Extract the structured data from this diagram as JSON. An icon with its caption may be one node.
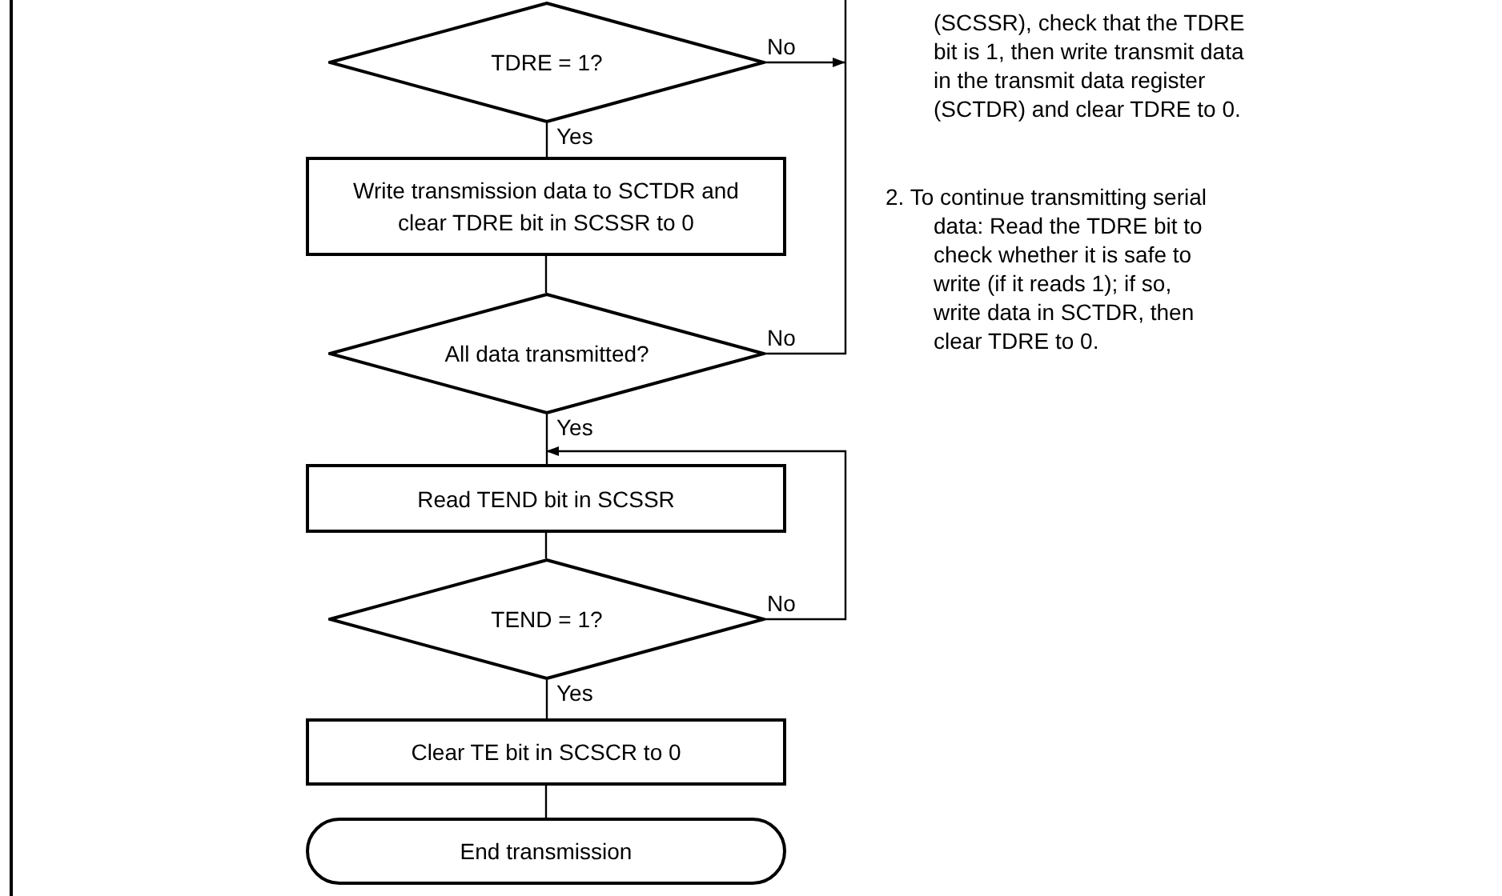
{
  "diagram": {
    "nodes": [
      {
        "text": [
          "TDRE = 1?"
        ]
      },
      {
        "text": [
          "Write transmission data to SCTDR and clear TDRE bit in SCSSR to 0"
        ]
      },
      {
        "text": [
          "All data transmitted?"
        ]
      },
      {
        "text": [
          "Read TEND bit in SCSSR"
        ]
      },
      {
        "text": [
          "TEND = 1?"
        ]
      },
      {
        "text": [
          "Clear TE bit in SCSCR to 0"
        ]
      },
      {
        "text": [
          "End transmission"
        ]
      }
    ],
    "edges": [
      {
        "from": 0,
        "to": 1,
        "arrow": "none",
        "label": "Yes"
      },
      {
        "from": 1,
        "to": 2,
        "arrow": "none"
      },
      {
        "from": 2,
        "to": 3,
        "arrow": "none",
        "label": "Yes"
      },
      {
        "from": 3,
        "to": 4,
        "arrow": "none"
      },
      {
        "from": 4,
        "to": 5,
        "arrow": "none",
        "label": "Yes"
      },
      {
        "from": 5,
        "to": 6,
        "arrow": "none"
      },
      {
        "from": 0,
        "to": null,
        "arrow": "to",
        "label": "No"
      },
      {
        "from": 2,
        "to": null,
        "arrow": "none",
        "label": "No"
      },
      {
        "from": 4,
        "to": 3,
        "arrow": "to",
        "label": "No"
      }
    ],
    "labels": [
      "(SCSSR), check that the TDRE bit is 1, then write transmit data in the transmit data register (SCTDR) and clear TDRE to 0.",
      "2. To continue transmitting serial data: Read the TDRE bit to check whether it is safe to write (if it reads 1); if so, write data in SCTDR, then clear TDRE to 0."
    ]
  }
}
